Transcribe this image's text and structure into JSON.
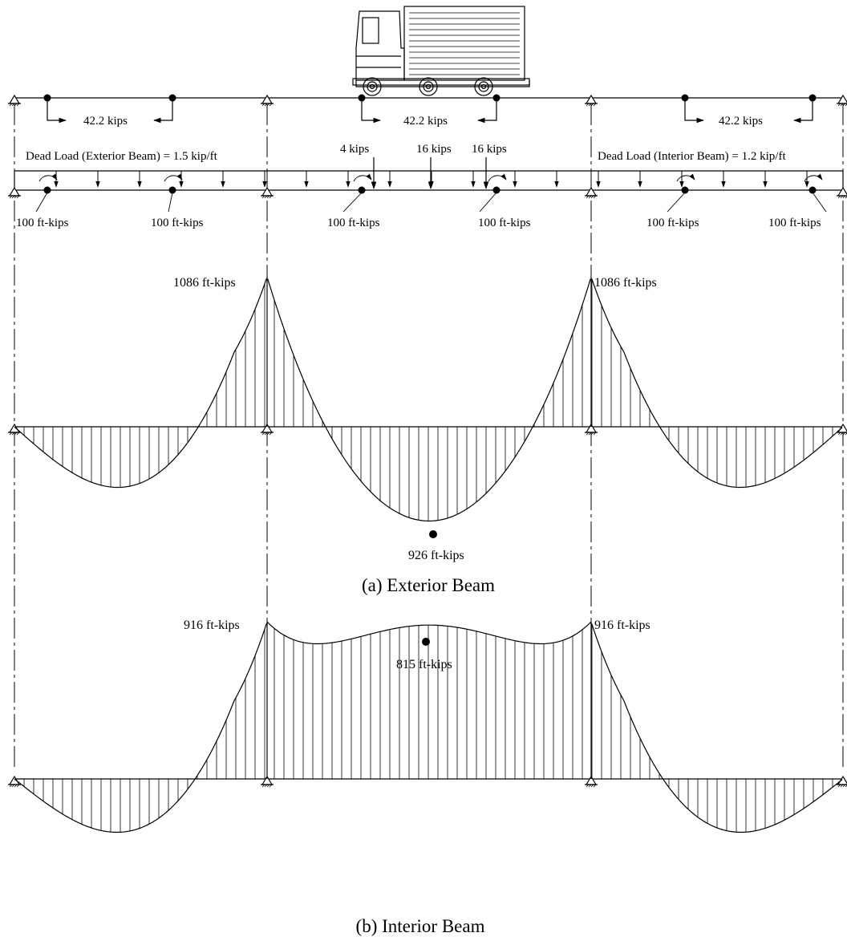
{
  "truck_loads": {
    "span1": "42.2 kips",
    "span2": "42.2 kips",
    "span3": "42.2 kips"
  },
  "dead_loads": {
    "exterior": "Dead Load (Exterior Beam) = 1.5 kip/ft",
    "interior": "Dead Load (Interior Beam) = 1.2 kip/ft"
  },
  "axle_loads": [
    "4 kips",
    "16 kips",
    "16 kips"
  ],
  "end_moments": [
    "100 ft-kips",
    "100 ft-kips",
    "100 ft-kips",
    "100 ft-kips",
    "100 ft-kips",
    "100 ft-kips"
  ],
  "exterior": {
    "left_peak": "1086 ft-kips",
    "right_peak": "1086 ft-kips",
    "midspan": "926 ft-kips",
    "caption": "(a) Exterior Beam",
    "peak_value": 1086,
    "midspan_value": 926
  },
  "interior": {
    "left_peak": "916 ft-kips",
    "right_peak": "916 ft-kips",
    "midspan": "815 ft-kips",
    "caption": "(b) Interior Beam",
    "peak_value": 916,
    "midspan_value": 815
  }
}
